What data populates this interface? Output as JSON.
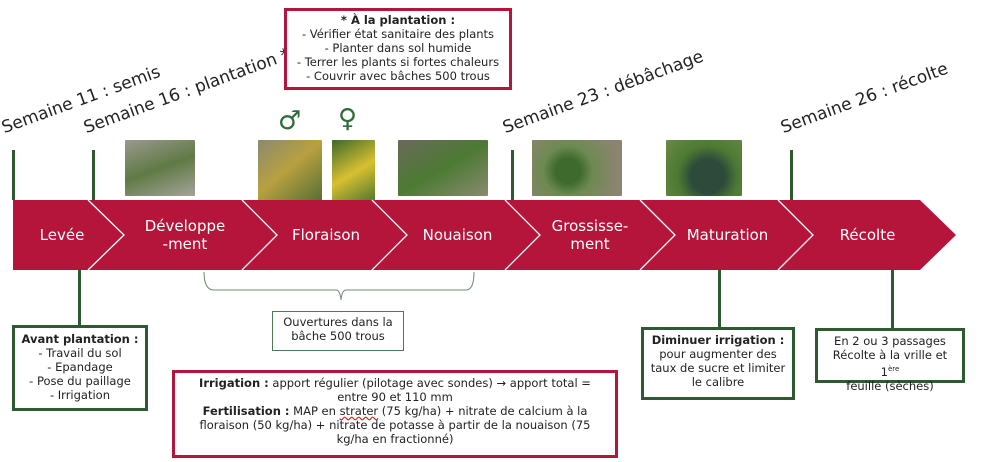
{
  "weeks": [
    "Semaine 11 : semis",
    "Semaine 16 : plantation *",
    "Semaine 23 : débâchage",
    "Semaine 26 : récolte"
  ],
  "stages": [
    "Levée",
    "Développe\n-ment",
    "Floraison",
    "Nouaison",
    "Grossisse-\nment",
    "Maturation",
    "Récolte"
  ],
  "symbols": {
    "male": "♂",
    "female": "♀"
  },
  "plantation_box": {
    "title": "* À la plantation :",
    "items": [
      "- Vérifier état sanitaire des plants",
      "- Planter dans sol humide",
      "- Terrer les plants si fortes chaleurs",
      "- Couvrir avec bâches 500 trous"
    ]
  },
  "avant_box": {
    "title": "Avant plantation :",
    "items": [
      "- Travail du sol",
      "- Epandage",
      "- Pose du paillage",
      "- Irrigation"
    ]
  },
  "ouvertures_box": {
    "text": "Ouvertures dans la bâche 500 trous"
  },
  "irrigation_box": {
    "irrigation_title": "Irrigation :",
    "irrigation_text": "apport régulier (pilotage avec sondes) → apport total = entre 90 et 110 mm",
    "fert_title": "Fertilisation :",
    "fert_text_1": "MAP en ",
    "fert_strater": "strater",
    "fert_text_2": " (75 kg/ha) + nitrate de calcium à la floraison (50 kg/ha) + nitrate de potasse à partir de la nouaison (75 kg/ha en fractionné)"
  },
  "maturation_box": {
    "title": "Diminuer irrigation :",
    "text": "pour augmenter des taux de sucre et limiter le calibre"
  },
  "recolte_box": {
    "line1": "En 2 ou 3 passages",
    "line2": "Récolte à la vrille et 1",
    "sup": "ère",
    "line3": "feuille (sèches)"
  },
  "colors": {
    "arrow": "#b5153a",
    "green": "#2e5a32"
  }
}
